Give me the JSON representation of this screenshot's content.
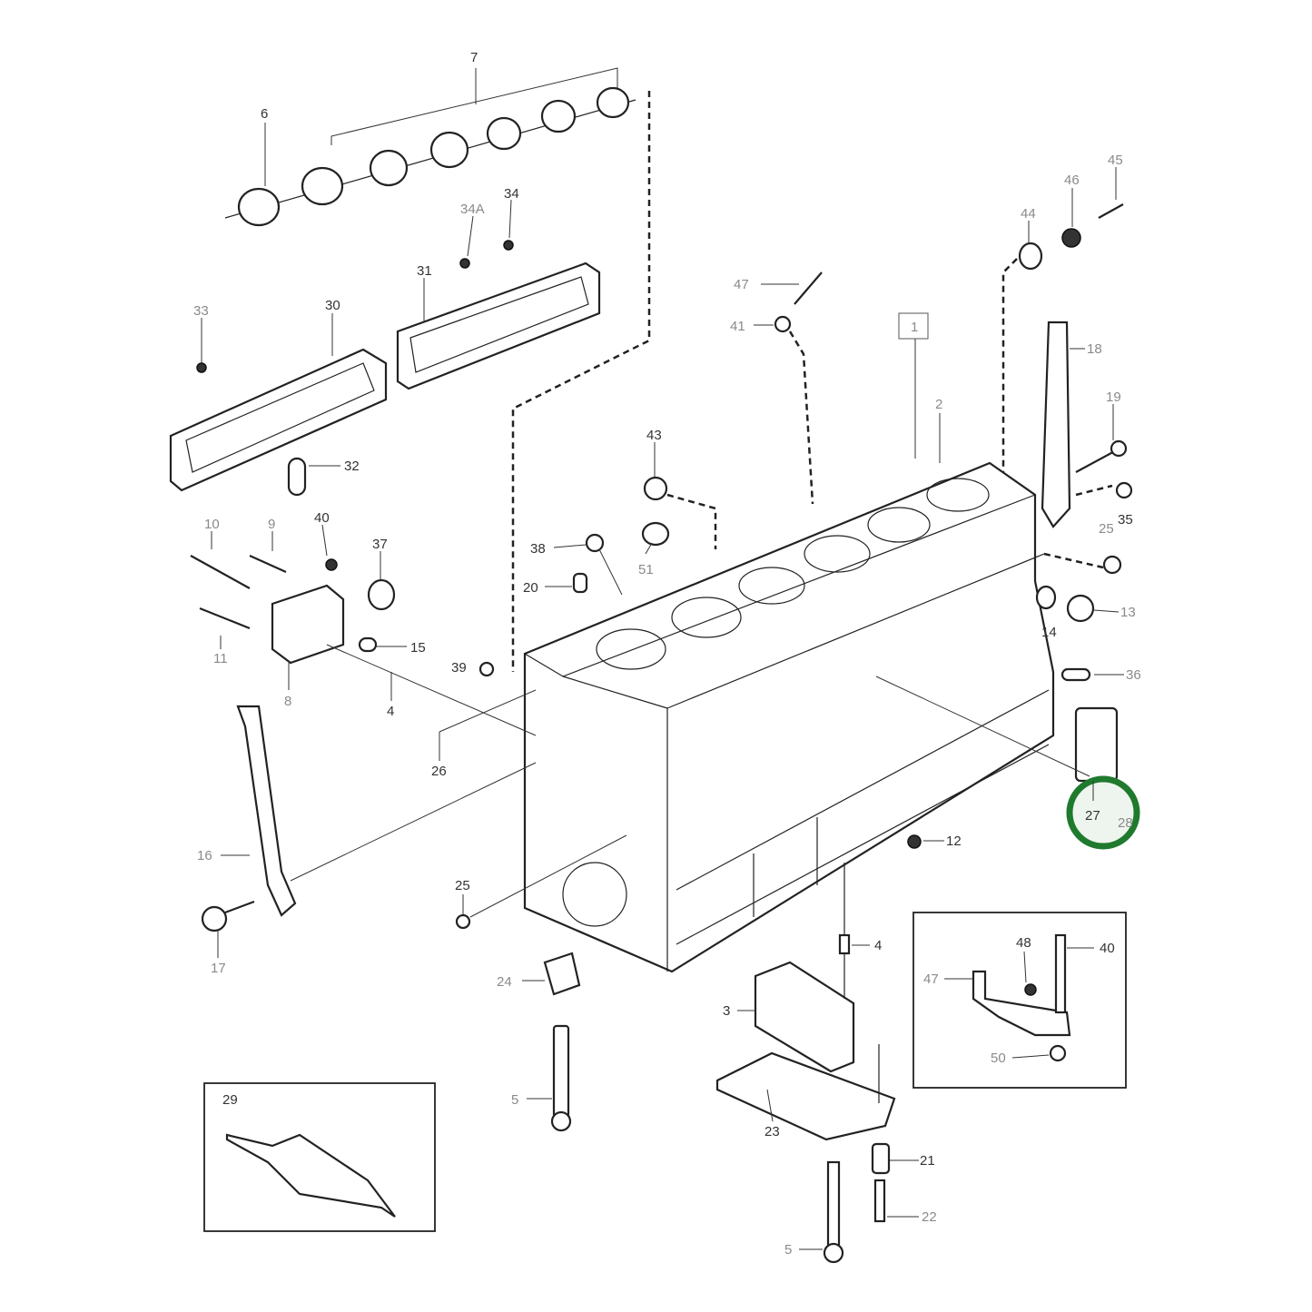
{
  "diagram": {
    "type": "exploded parts diagram",
    "highlight_color": "#1f7a2e",
    "labels": {
      "l7": "7",
      "l6": "6",
      "l34a": "34A",
      "l34": "34",
      "l31": "31",
      "l30": "30",
      "l33": "33",
      "l32": "32",
      "l47a": "47",
      "l41a": "41",
      "l1": "1",
      "l2": "2",
      "l44": "44",
      "l46": "46",
      "l45": "45",
      "l18": "18",
      "l19": "19",
      "l35": "35",
      "l25a": "25",
      "l43": "43",
      "l38": "38",
      "l20": "20",
      "l51": "51",
      "l10": "10",
      "l9": "9",
      "l40a": "40",
      "l37": "37",
      "l11": "11",
      "l8": "8",
      "l15": "15",
      "l4a": "4",
      "l39": "39",
      "l26": "26",
      "l13": "13",
      "l14": "14",
      "l36": "36",
      "l27": "27",
      "l28": "28",
      "l12": "12",
      "l16": "16",
      "l17": "17",
      "l25b": "25",
      "l24": "24",
      "l3": "3",
      "l4b": "4",
      "l48": "48",
      "l40b": "40",
      "l47b": "47",
      "l50": "50",
      "l5a": "5",
      "l23": "23",
      "l21": "21",
      "l22": "22",
      "l5b": "5",
      "l29": "29"
    }
  }
}
